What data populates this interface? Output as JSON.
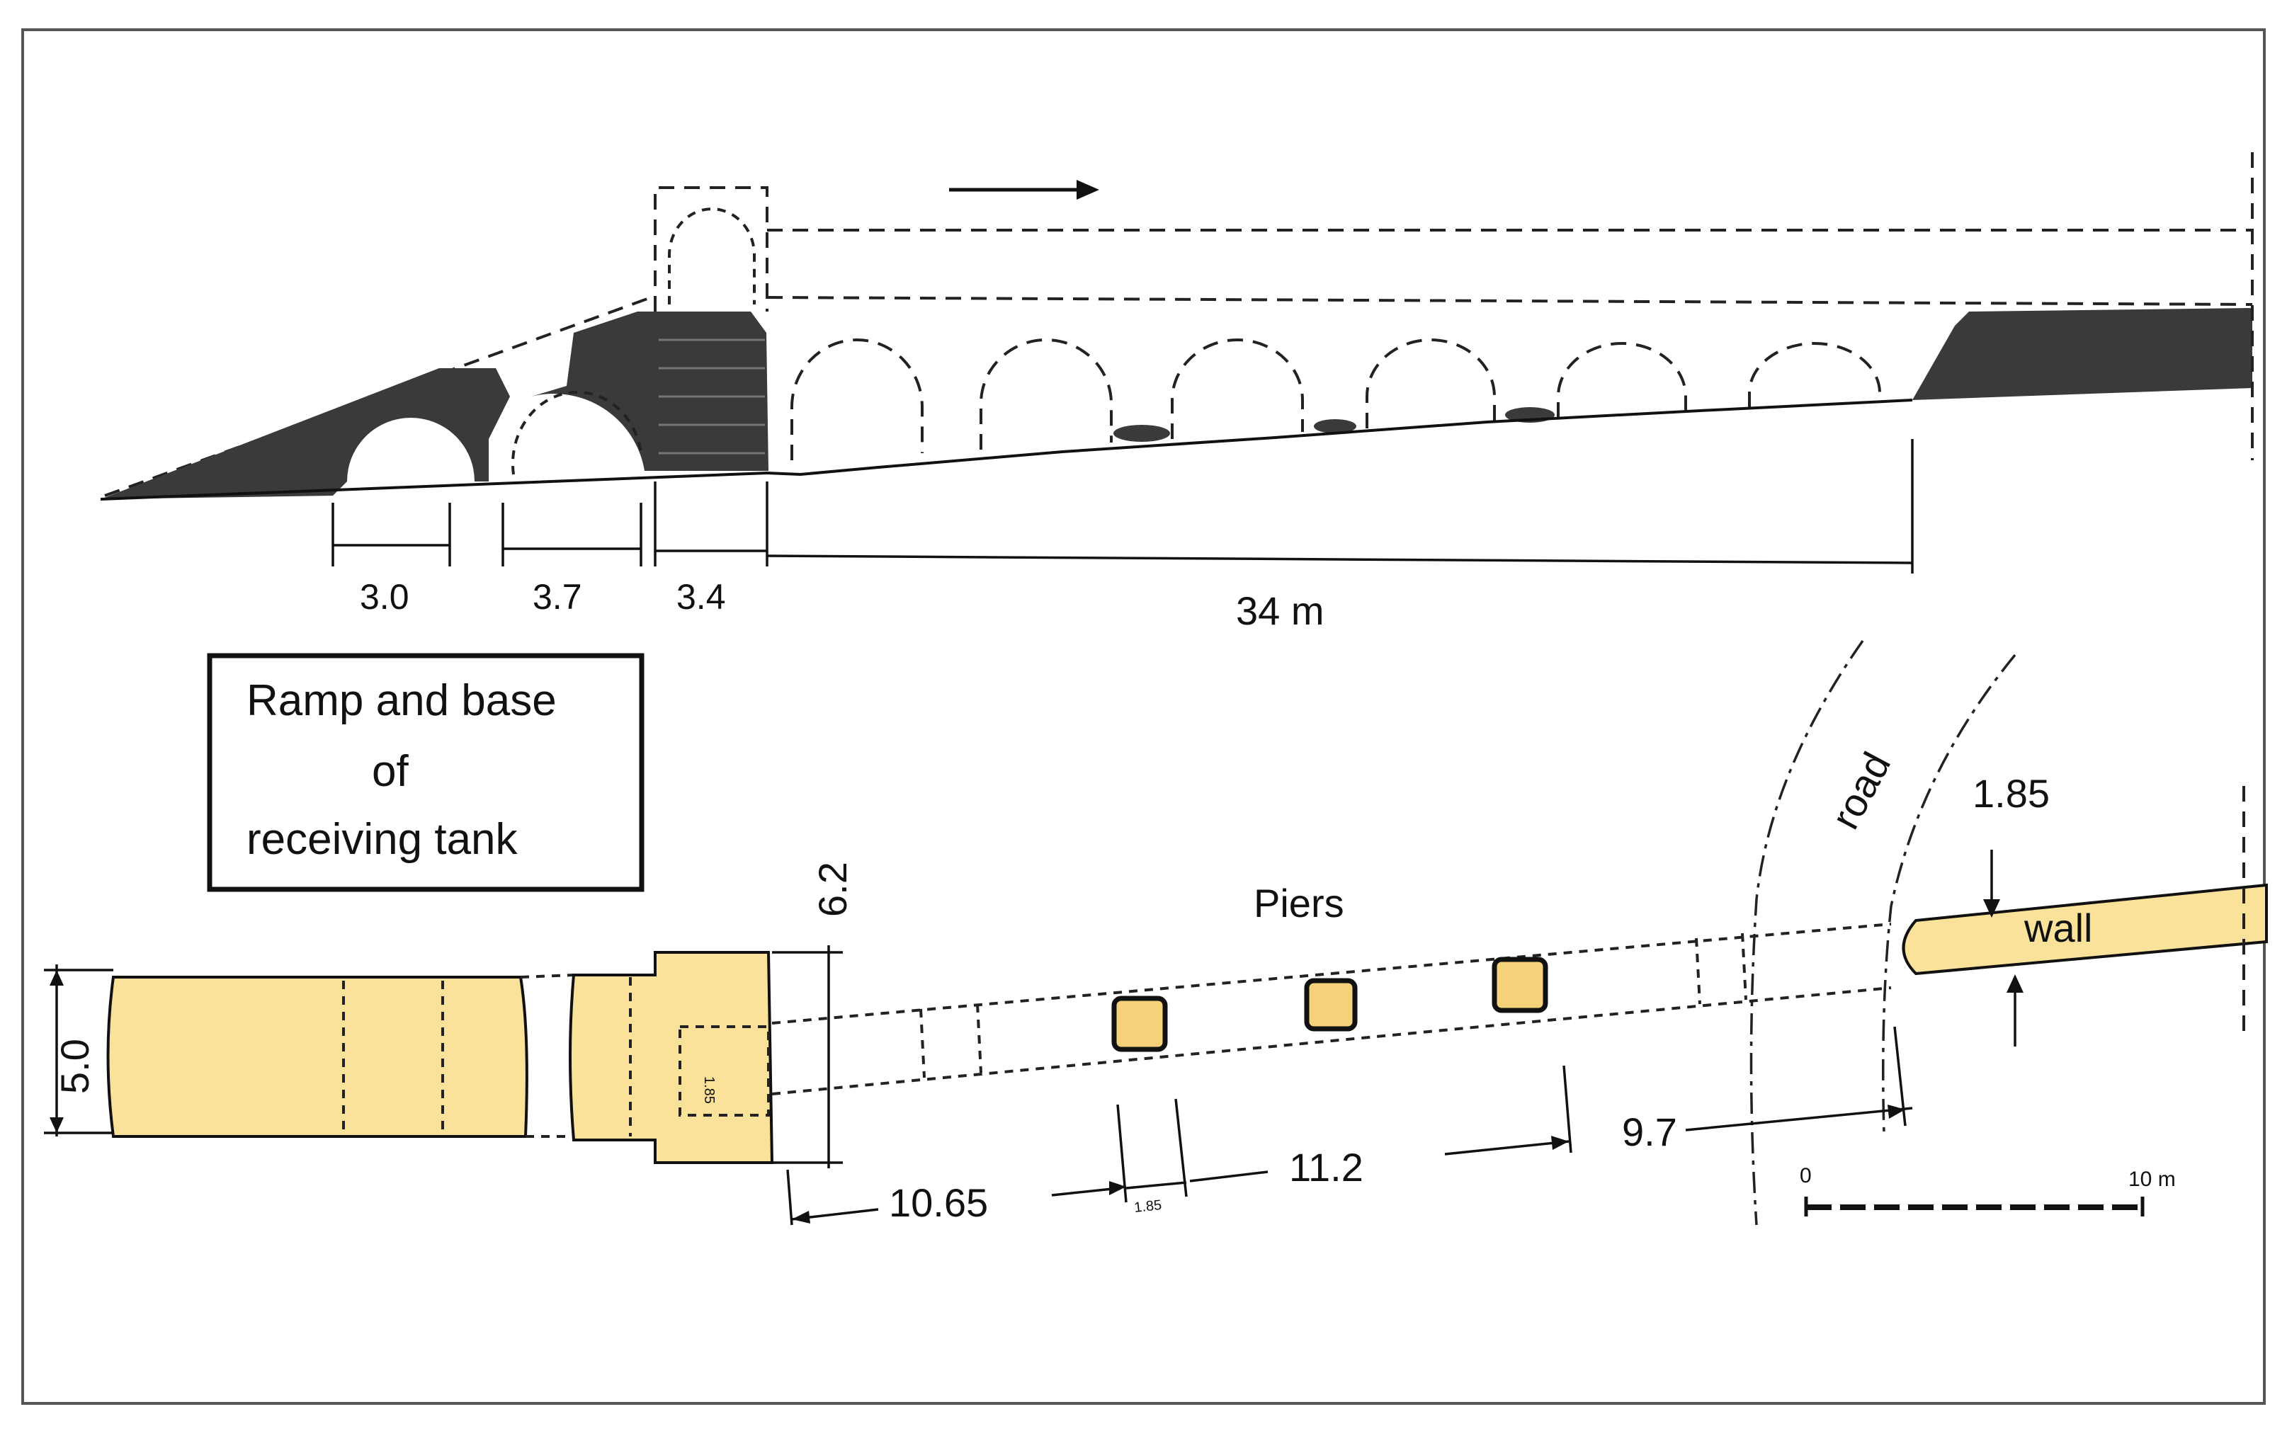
{
  "elevation": {
    "dimensions": {
      "span_1": "3.0",
      "span_2": "3.7",
      "span_3": "3.4",
      "span_total": "34 m"
    }
  },
  "legend_box": {
    "line_1": "Ramp and base",
    "line_2": "of",
    "line_3": "receiving tank"
  },
  "plan": {
    "labels": {
      "width_tank": "5.0",
      "width_base": "6.2",
      "piers": "Piers",
      "road": "road",
      "wall_thickness": "1.85",
      "wall": "wall",
      "dist_1": "10.65",
      "dist_2": "11.2",
      "dist_3": "9.7",
      "pier_size_small": "1.85",
      "pier_size_base": "1.85"
    },
    "scale_bar": {
      "start": "0",
      "end": "10 m"
    }
  },
  "colors": {
    "highlight": "#fbe29a",
    "ink": "#111111",
    "masonry": "#3a3a3a"
  }
}
